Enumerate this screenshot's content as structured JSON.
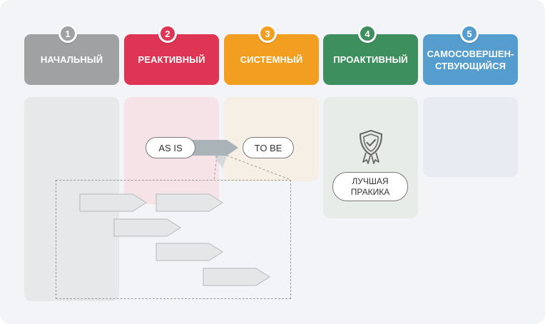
{
  "levels": [
    {
      "num": "1",
      "label": "НАЧАЛЬНЫЙ",
      "color": "#a0a1a3"
    },
    {
      "num": "2",
      "label": "РЕАКТИВНЫЙ",
      "color": "#dd3553"
    },
    {
      "num": "3",
      "label": "СИСТЕМНЫЙ",
      "color": "#f29e21"
    },
    {
      "num": "4",
      "label": "ПРОАКТИВНЫЙ",
      "color": "#3d8f5d"
    },
    {
      "num": "5",
      "label": "САМОСОВЕРШЕН-СТВУЮЩИЙСЯ",
      "label_line1": "САМОСОВЕРШЕН-",
      "label_line2": "СТВУЮЩИЙСЯ",
      "color": "#559ccf"
    }
  ],
  "process": {
    "as_is": "AS IS",
    "to_be": "TO BE"
  },
  "best_practice": {
    "line1": "ЛУЧШАЯ",
    "line2": "ПРАКИКА",
    "icon": "shield-check-award-icon"
  }
}
